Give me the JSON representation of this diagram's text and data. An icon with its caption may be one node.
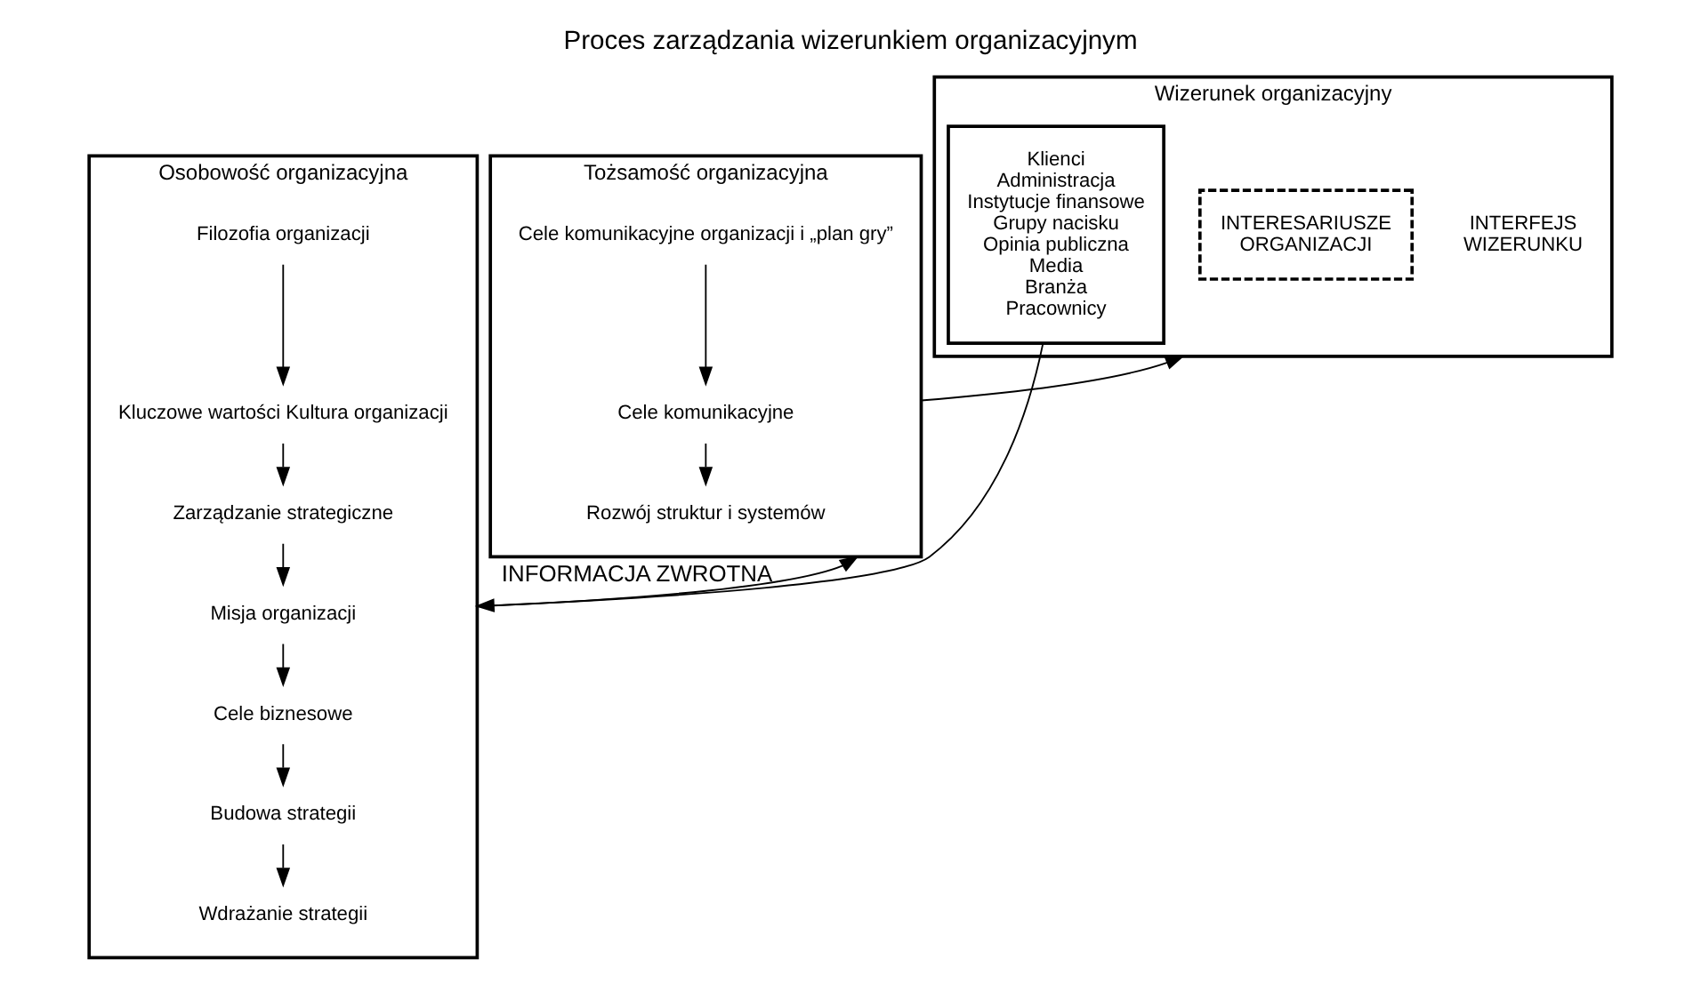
{
  "diagram": {
    "title": "Proces zarządzania wizerunkiem organizacyjnym",
    "nodes": [
      {
        "text": [
          "Osobowość organizacyjna"
        ]
      },
      {
        "text": [
          "Filozofia organizacji"
        ],
        "in": 0
      },
      {
        "text": [
          "Kluczowe wartości Kultura organizacji"
        ],
        "in": 0
      },
      {
        "text": [
          "Zarządzanie strategiczne"
        ],
        "in": 0
      },
      {
        "text": [
          "Misja organizacji"
        ],
        "in": 0
      },
      {
        "text": [
          "Cele biznesowe"
        ],
        "in": 0
      },
      {
        "text": [
          "Budowa strategii"
        ],
        "in": 0
      },
      {
        "text": [
          "Wdrażanie strategii"
        ],
        "in": 0
      },
      {
        "text": [
          "Tożsamość organizacyjna"
        ]
      },
      {
        "text": [
          "Cele komunikacyjne organizacji i „plan gry”"
        ],
        "in": 8
      },
      {
        "text": [
          "Cele komunikacyjne"
        ],
        "in": 8
      },
      {
        "text": [
          "Rozwój struktur i systemów"
        ],
        "in": 8
      },
      {
        "text": [
          "Wizerunek organizacyjny"
        ]
      },
      {
        "text": [
          "INTERFEJS",
          "WIZERUNKU"
        ],
        "in": 12
      },
      {
        "text": [
          "INTERESARIUSZE",
          "ORGANIZACJI"
        ],
        "in": 12
      },
      {
        "text": [
          "Klienci",
          "Administracja",
          "Instytucje finansowe",
          "Grupy nacisku",
          "Opinia publiczna",
          "Media",
          "Branża",
          "Pracownicy"
        ],
        "in": 12
      }
    ],
    "edges": [
      {
        "from": 1,
        "to": 2,
        "arrow": "to"
      },
      {
        "from": 2,
        "to": 3,
        "arrow": "to"
      },
      {
        "from": 3,
        "to": 4,
        "arrow": "to"
      },
      {
        "from": 4,
        "to": 5,
        "arrow": "to"
      },
      {
        "from": 5,
        "to": 6,
        "arrow": "to"
      },
      {
        "from": 6,
        "to": 7,
        "arrow": "to"
      },
      {
        "from": 9,
        "to": 10,
        "arrow": "to"
      },
      {
        "from": 10,
        "to": 11,
        "arrow": "to"
      },
      {
        "from": 0,
        "to": 8,
        "arrow": "to"
      },
      {
        "from": 8,
        "to": 12,
        "arrow": "to"
      },
      {
        "from": 15,
        "to": 0,
        "arrow": "to",
        "label": "INFORMACJA ZWROTNA"
      }
    ]
  }
}
